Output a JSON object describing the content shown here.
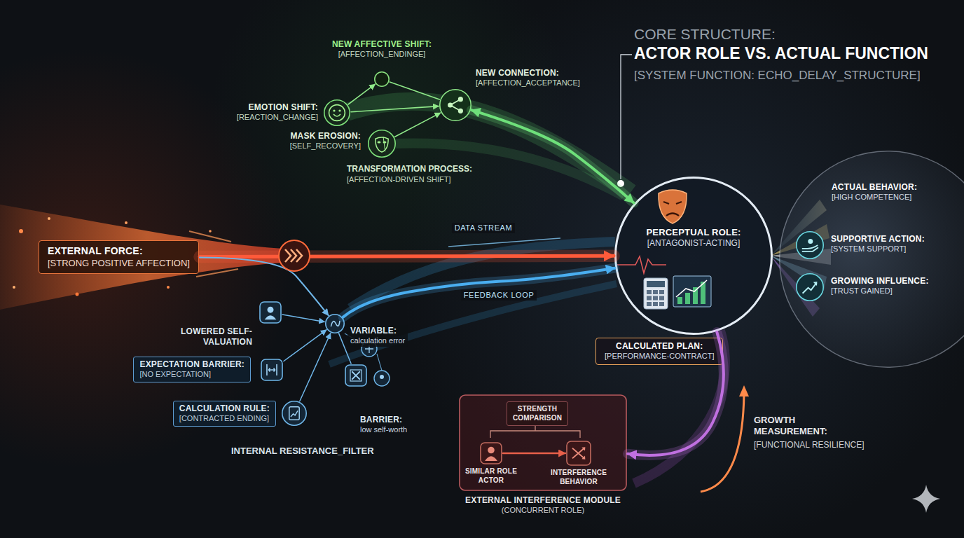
{
  "diagram": {
    "title": "ACTOR ROLE VS. ACTUAL FUNCTION",
    "nodes": [
      {
        "text": [
          "EXTERNAL FORCE:",
          "[STRONG POSITIVE AFFECTION]"
        ]
      },
      {
        "text": [
          "EMOTION SHIFT:",
          "[REACTION_CHANGE]"
        ]
      },
      {
        "text": [
          "NEW AFFECTIVE SHIFT:",
          "[AFFECTION_ENDINGE]"
        ]
      },
      {
        "text": [
          "NEW CONNECTION:",
          "[AFFECTION_ACCEPTANCE]"
        ]
      },
      {
        "text": [
          "MASK EROSION:",
          "[SELF_RECOVERY]"
        ]
      },
      {
        "text": [
          "LOWERED SELF-VALUATION"
        ]
      },
      {
        "text": [
          "EXPECTATION BARRIER:",
          "[NO EXPECTATION]"
        ]
      },
      {
        "text": [
          "CALCULATION RULE:",
          "[CONTRACTED ENDING]"
        ]
      },
      {
        "text": [
          "VARIABLE:",
          "calculation error"
        ]
      },
      {
        "text": [
          "BARRIER:",
          "low self-worth"
        ]
      },
      {
        "text": [
          "PERCEPTUAL ROLE:",
          "[ANTAGONIST-ACTING]"
        ]
      },
      {
        "text": [
          "CALCULATED PLAN:",
          "[PERFORMANCE-CONTRACT]"
        ],
        "in": 10
      },
      {
        "text": [
          "ACTUAL BEHAVIOR:",
          "[HIGH COMPETENCE]"
        ]
      },
      {
        "text": [
          "SUPPORTIVE ACTION:",
          "[SYSTEM SUPPORT]"
        ],
        "in": 12
      },
      {
        "text": [
          "GROWING INFLUENCE:",
          "[TRUST GAINED]"
        ],
        "in": 12
      },
      {
        "text": [
          "EXTERNAL INTERFERENCE MODULE",
          "(CONCURRENT ROLE)"
        ]
      },
      {
        "text": [
          "STRENGTH COMPARISON"
        ],
        "in": 15
      },
      {
        "text": [
          "SIMILAR ROLE ACTOR"
        ],
        "in": 15
      },
      {
        "text": [
          "INTERFERENCE BEHAVIOR"
        ],
        "in": 15
      }
    ],
    "edges": [
      {
        "from": 0,
        "to": 10,
        "arrow": "to",
        "label": "DATA STREAM"
      },
      {
        "from": 0,
        "to": 8,
        "arrow": "to"
      },
      {
        "from": 1,
        "to": 2,
        "arrow": "to"
      },
      {
        "from": 1,
        "to": 3,
        "arrow": "to"
      },
      {
        "from": 2,
        "to": 3,
        "arrow": "none"
      },
      {
        "from": 4,
        "to": 3,
        "arrow": "to"
      },
      {
        "from": 3,
        "to": 10,
        "arrow": "both"
      },
      {
        "from": 5,
        "to": 8,
        "arrow": "to"
      },
      {
        "from": 6,
        "to": 8,
        "arrow": "to"
      },
      {
        "from": 7,
        "to": 8,
        "arrow": "to"
      },
      {
        "from": 9,
        "to": 8,
        "arrow": "none"
      },
      {
        "from": 8,
        "to": 10,
        "arrow": "to",
        "label": "FEEDBACK LOOP"
      },
      {
        "from": 10,
        "to": 15,
        "arrow": "to"
      },
      {
        "from": 17,
        "to": 18,
        "arrow": "to"
      }
    ],
    "labels": [
      "CORE STRUCTURE:",
      "[SYSTEM FUNCTION: ECHO_DELAY_STRUCTURE]",
      "TRANSFORMATION PROCESS:",
      "[AFFECTION-DRIVEN SHIFT]",
      "INTERNAL RESISTANCE_FILTER",
      "GROWTH MEASUREMENT:",
      "[FUNCTIONAL RESILIENCE]"
    ]
  }
}
